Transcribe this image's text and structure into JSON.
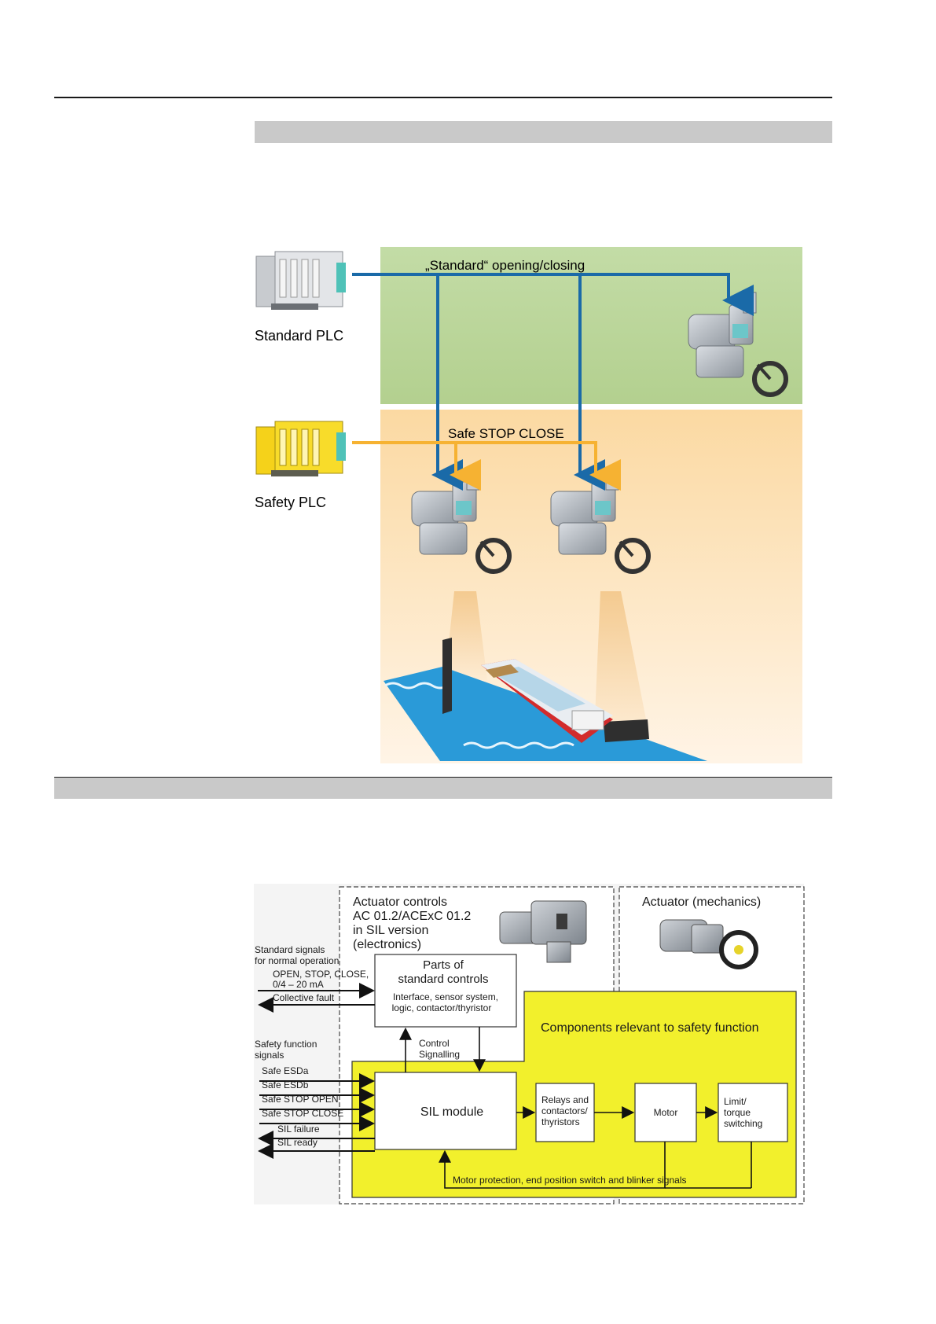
{
  "figure1": {
    "standard_label": "„Standard“ opening/closing",
    "safe_label": "Safe STOP CLOSE",
    "standard_plc": "Standard PLC",
    "safety_plc": "Safety PLC"
  },
  "figure2": {
    "actuator_controls": [
      "Actuator controls",
      "AC 01.2/ACExC 01.2",
      "in SIL version",
      "(electronics)"
    ],
    "actuator_mechanics": "Actuator (mechanics)",
    "standard_signals": [
      "Standard signals",
      "for normal operation"
    ],
    "open_stop_close": [
      "OPEN, STOP, CLOSE,",
      "0/4 – 20 mA"
    ],
    "collective_fault": "Collective fault",
    "parts_of": [
      "Parts of",
      "standard controls"
    ],
    "interface": [
      "Interface, sensor system,",
      "logic, contactor/thyristor"
    ],
    "safety_zone": "Components relevant to safety function",
    "control": "Control",
    "signalling": "Signalling",
    "safety_signals": [
      "Safety function",
      "signals"
    ],
    "inputs": [
      "Safe ESDa",
      "Safe ESDb",
      "Safe STOP OPEN",
      "Safe STOP CLOSE"
    ],
    "outputs": [
      "SIL failure",
      "SIL ready"
    ],
    "sil_module": "SIL module",
    "relays": [
      "Relays and",
      "contactors/",
      "thyristors"
    ],
    "motor": "Motor",
    "limit": [
      "Limit/",
      "torque",
      "switching"
    ],
    "feedback": "Motor protection, end position switch and blinker signals"
  },
  "colors": {
    "green_zone": "#c5deaa",
    "orange_zone": "#fbdfb3",
    "blue_line": "#1a6aa8",
    "orange_line": "#f6b232",
    "yellow_zone": "#f2f02c"
  }
}
